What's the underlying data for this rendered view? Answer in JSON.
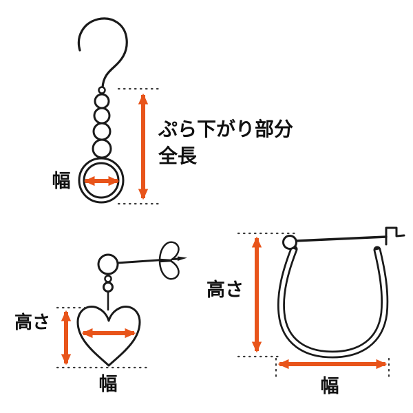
{
  "colors": {
    "arrow": "#e8541a",
    "lineart": "#1a1a1a",
    "dotted": "#3a3a3a",
    "background": "#ffffff"
  },
  "hook_earring": {
    "width_label": "幅",
    "length_label_line1": "ぷら下がり部分",
    "length_label_line2": "全長"
  },
  "stud_earring": {
    "height_label": "高さ",
    "width_label": "幅"
  },
  "hoop_earring": {
    "height_label": "高さ",
    "width_label": "幅"
  }
}
